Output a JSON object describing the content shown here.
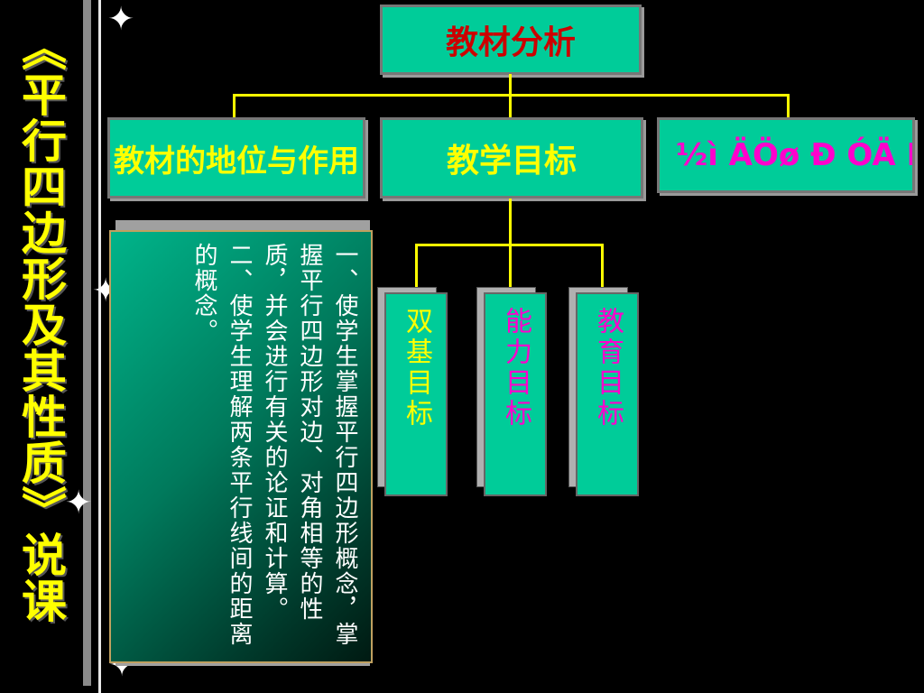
{
  "side_title": "《平行四边形及其性质》说课",
  "root": {
    "label": "教材分析"
  },
  "level1": [
    {
      "label": "教材的地位与作用"
    },
    {
      "label": "教学目标"
    },
    {
      "label": "½ì ÄÖø Ð ÓÄ Ñ â"
    }
  ],
  "goals": [
    {
      "label": "双基目标"
    },
    {
      "label": "能力目标"
    },
    {
      "label": "教育目标"
    }
  ],
  "panel_text": "一、使学生掌握平行四边形概念，掌握平行四边形对边、对角相等的性质，并会进行有关的论证和计算。二、使学生理解两条平行线间的距离的概念。",
  "colors": {
    "box_fill": "#00cc99",
    "connector": "#ffff00",
    "title_text": "#ffff00",
    "root_text": "#cc0000",
    "garbled_text": "#ff00cc"
  }
}
